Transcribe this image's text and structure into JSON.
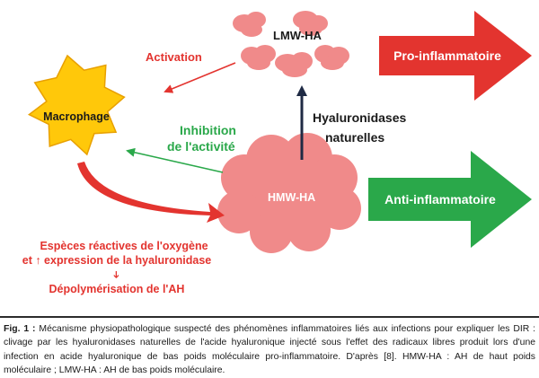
{
  "diagram": {
    "lmw_label": "LMW-HA",
    "hmw_label": "HMW-HA",
    "macrophage_label": "Macrophage",
    "activation_label": "Activation",
    "inhibition_line1": "Inhibition",
    "inhibition_line2": "de l'activité",
    "hyaluronidases_line1": "Hyaluronidases",
    "hyaluronidases_line2": "naturelles",
    "pro_label": "Pro-inflammatoire",
    "anti_label": "Anti-inflammatoire",
    "ros_line1": "Espèces réactives de l'oxygène",
    "ros_line2": "et ↑ expression de la hyaluronidase",
    "ros_arrow": "➔",
    "ros_line3": "Dépolymérisation de l'AH"
  },
  "caption": {
    "label": "Fig. 1 :",
    "text": " Mécanisme physiopathologique suspecté des phénomènes inflammatoires liés aux infections pour expliquer les DIR : clivage par les hyaluronidases naturelles de l'acide hyaluronique injecté sous l'effet des radicaux libres produit lors d'une infection en acide hyaluronique de bas poids moléculaire pro-inflammatoire. D'après [8]. HMW-HA : AH de haut poids moléculaire ; LMW-HA : AH de bas poids moléculaire."
  },
  "colors": {
    "red": "#e3342f",
    "green": "#2aa84a",
    "navy": "#1f2a44",
    "salmon": "#f08a8a",
    "star_fill": "#ffc80a",
    "star_stroke": "#e8a000",
    "arrow_green": "#1f8a3a"
  }
}
